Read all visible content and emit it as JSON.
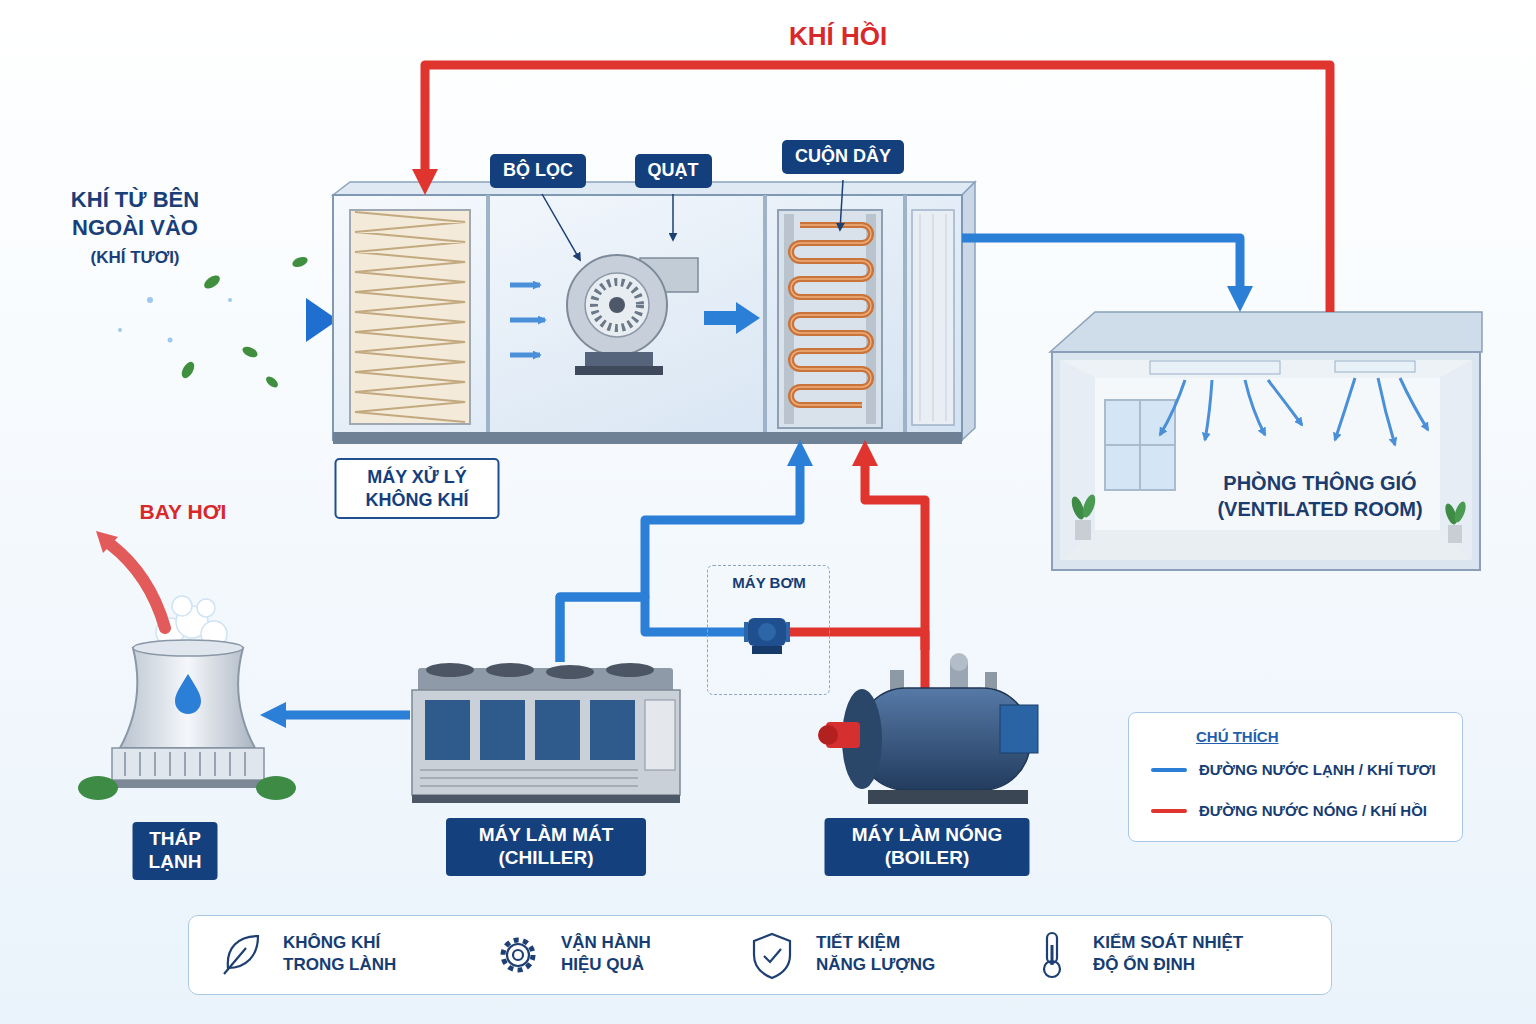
{
  "diagram": {
    "nodes": [
      {
        "text": [
          "MÁY XỬ LÝ KHÔNG KHÍ"
        ]
      },
      {
        "text": [
          "BỘ LỌC"
        ]
      },
      {
        "text": [
          "QUẠT"
        ]
      },
      {
        "text": [
          "CUỘN DÂY"
        ]
      },
      {
        "text": [
          "PHÒNG THÔNG GIÓ (VENTILATED ROOM)"
        ]
      },
      {
        "text": [
          "THÁP LẠNH"
        ]
      },
      {
        "text": [
          "MÁY BƠM"
        ]
      },
      {
        "text": [
          "MÁY LÀM MÁT (CHILLER)"
        ]
      },
      {
        "text": [
          "MÁY LÀM NÓNG (BOILER)"
        ]
      },
      {
        "text": [
          "KHÔNG KHÍ TRONG LÀNH",
          "VẬN HÀNH HIỆU QUẢ",
          "TIẾT KIỆM NĂNG LƯỢNG",
          "KIỂM SOÁT NHIỆT ĐỘ ỔN ĐỊNH"
        ]
      }
    ],
    "edges": [
      {
        "from": 0,
        "to": 4,
        "arrow": "to"
      },
      {
        "from": 4,
        "to": 0,
        "label": "KHÍ HỒI",
        "arrow": "to"
      },
      {
        "from": 7,
        "to": 5,
        "arrow": "to"
      },
      {
        "from": 7,
        "to": 0,
        "arrow": "to"
      },
      {
        "from": 8,
        "to": 0,
        "arrow": "to"
      },
      {
        "from": 6,
        "to": 7,
        "arrow": "none"
      },
      {
        "from": 6,
        "to": 8,
        "arrow": "none"
      }
    ],
    "labels": [
      "KHÍ TỪ BÊN NGOÀI VÀO",
      "(KHÍ TƯƠI)",
      "BAY HƠI",
      "CHÚ THÍCH"
    ],
    "legend": [
      {
        "text": "ĐƯỜNG NƯỚC LẠNH / KHÍ TƯƠI",
        "color": "#2b7fd6"
      },
      {
        "text": "ĐƯỜNG NƯỚC NÓNG / KHÍ HỒI",
        "color": "#e0342e"
      }
    ]
  }
}
